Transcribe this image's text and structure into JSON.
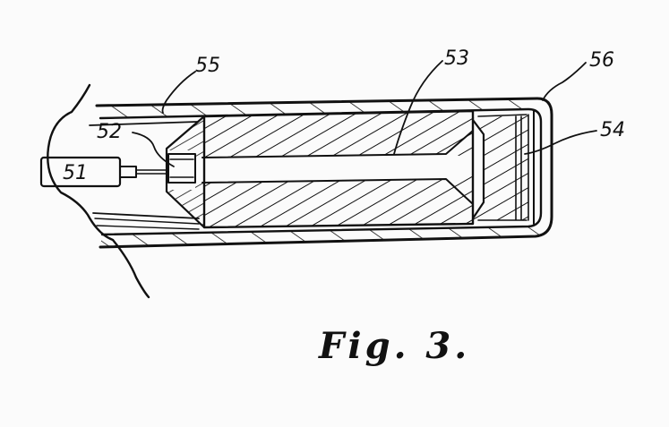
{
  "reference_labels": {
    "r51": "51",
    "r52": "52",
    "r53": "53",
    "r54": "54",
    "r55": "55",
    "r56": "56"
  },
  "caption": "Fig. 3.",
  "colors": {
    "ink": "#111111",
    "paper": "#fbfbfb"
  }
}
